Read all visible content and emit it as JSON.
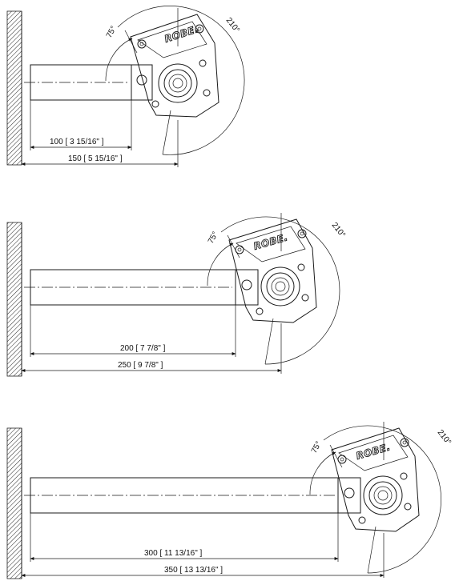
{
  "brand": "ROBE.",
  "views": [
    {
      "angle_small": "75°",
      "angle_large": "210°",
      "dim_inner": "100 [ 3 15/16\" ]",
      "dim_outer": "150 [ 5 15/16\" ]"
    },
    {
      "angle_small": "75°",
      "angle_large": "210°",
      "dim_inner": "200 [ 7 7/8\" ]",
      "dim_outer": "250 [ 9 7/8\" ]"
    },
    {
      "angle_small": "75°",
      "angle_large": "210°",
      "dim_inner": "300 [ 11 13/16\" ]",
      "dim_outer": "350 [ 13 13/16\" ]"
    }
  ]
}
